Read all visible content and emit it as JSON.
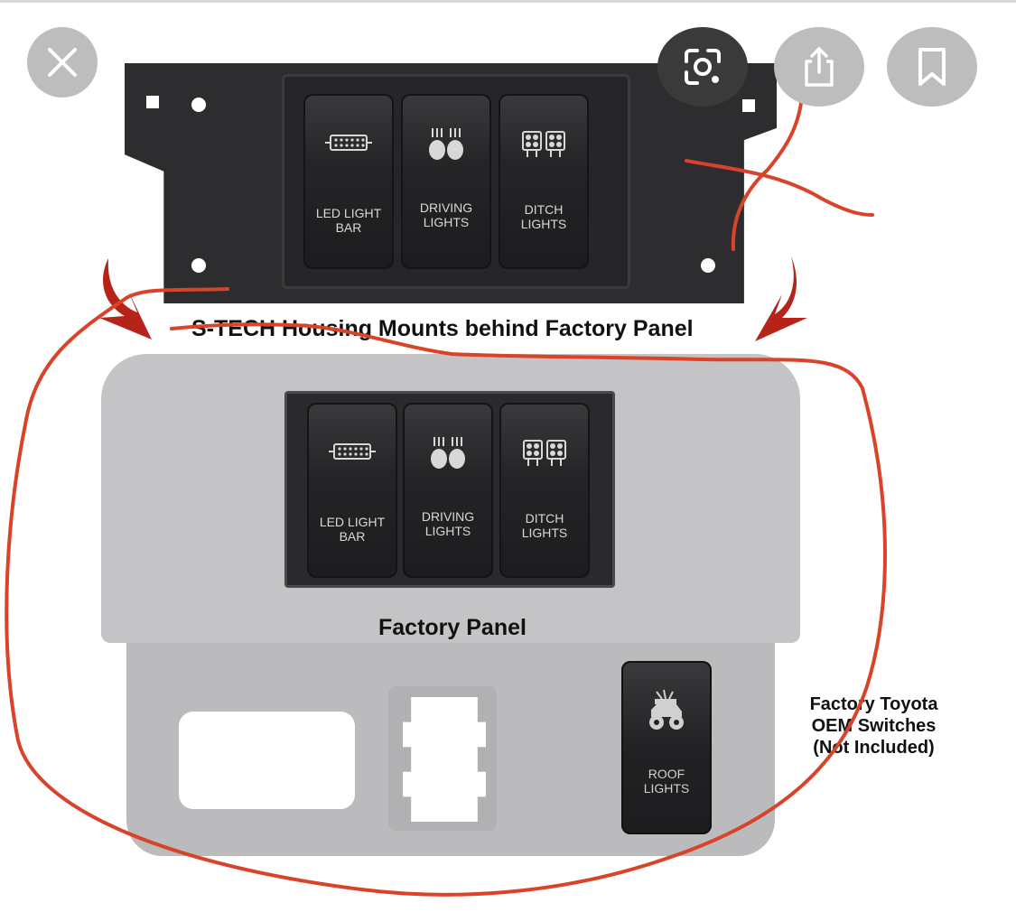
{
  "controls": {
    "close_icon": "close-icon",
    "lens_icon": "lens-icon",
    "share_icon": "share-icon",
    "bookmark_icon": "bookmark-icon"
  },
  "image": {
    "housing_caption": "S-TECH Housing Mounts behind Factory Panel",
    "panel_caption": "Factory Panel",
    "oem_caption": "Factory Toyota\nOEM Switches\n(Not Included)",
    "housing_switches": [
      {
        "label": "LED LIGHT\nBAR",
        "icon": "light-bar-icon"
      },
      {
        "label": "DRIVING\nLIGHTS",
        "icon": "driving-lights-icon"
      },
      {
        "label": "DITCH\nLIGHTS",
        "icon": "ditch-lights-icon"
      }
    ],
    "panel_switches": [
      {
        "label": "LED LIGHT\nBAR",
        "icon": "light-bar-icon"
      },
      {
        "label": "DRIVING\nLIGHTS",
        "icon": "driving-lights-icon"
      },
      {
        "label": "DITCH\nLIGHTS",
        "icon": "ditch-lights-icon"
      }
    ],
    "roof_switch": {
      "label": "ROOF\nLIGHTS",
      "icon": "truck-icon"
    }
  },
  "colors": {
    "annotation": "#d8432a",
    "arrow": "#c0281c",
    "housing": "#2d2d2f",
    "panel": "#c4c4c6"
  }
}
